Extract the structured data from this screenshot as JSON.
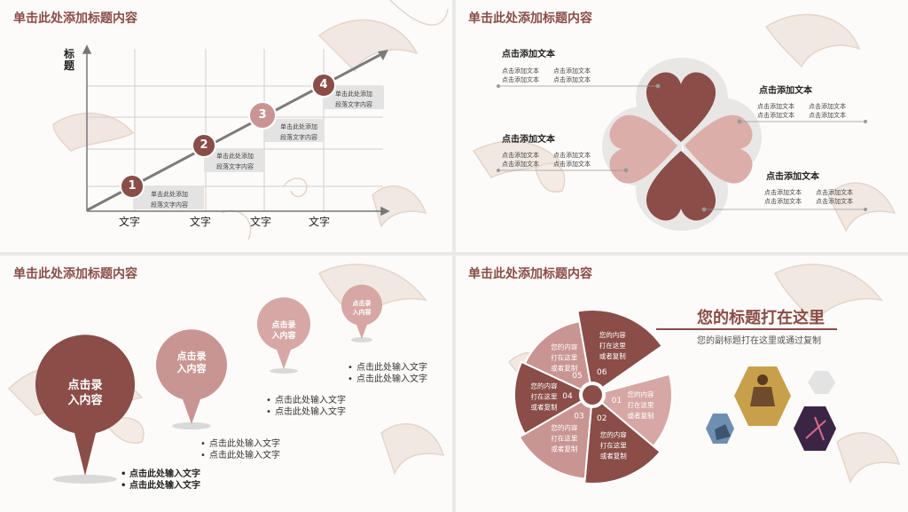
{
  "colors": {
    "brown": "#8a4d47",
    "pink": "#c99592",
    "light_pink": "#dcb3b0",
    "title": "#8a4d47",
    "photo_hex": "#e6e6e6"
  },
  "slide1": {
    "title": "单击此处添加标题内容",
    "y_axis_label": "标题",
    "x_labels": [
      "文字",
      "文字",
      "文字",
      "文字"
    ],
    "steps": [
      {
        "num": "1",
        "line1": "单击此处添加",
        "line2": "段落文字内容"
      },
      {
        "num": "2",
        "line1": "单击此处添加",
        "line2": "段落文字内容"
      },
      {
        "num": "3",
        "line1": "单击此处添加",
        "line2": "段落文字内容"
      },
      {
        "num": "4",
        "line1": "单击此处添加",
        "line2": "段落文字内容"
      }
    ]
  },
  "slide2": {
    "title": "单击此处添加标题内容",
    "blocks": [
      {
        "heading": "点击添加文本",
        "rows": [
          [
            "点击添加文本",
            "点击添加文本"
          ],
          [
            "点击添加文本",
            "点击添加文本"
          ]
        ]
      },
      {
        "heading": "点击添加文本",
        "rows": [
          [
            "点击添加文本",
            "点击添加文本"
          ],
          [
            "点击添加文本",
            "点击添加文本"
          ]
        ]
      },
      {
        "heading": "点击添加文本",
        "rows": [
          [
            "点击添加文本",
            "点击添加文本"
          ],
          [
            "点击添加文本",
            "点击添加文本"
          ]
        ]
      },
      {
        "heading": "点击添加文本",
        "rows": [
          [
            "点击添加文本",
            "点击添加文本"
          ],
          [
            "点击添加文本",
            "点击添加文本"
          ]
        ]
      }
    ]
  },
  "slide3": {
    "title": "单击此处添加标题内容",
    "pins": [
      {
        "line1": "点击录",
        "line2": "入内容"
      },
      {
        "line1": "点击录",
        "line2": "入内容"
      },
      {
        "line1": "点击录",
        "line2": "入内容"
      },
      {
        "line1": "点击录",
        "line2": "入内容"
      }
    ],
    "bullet_groups": [
      [
        "点击此处输入文字",
        "点击此处输入文字"
      ],
      [
        "点击此处输入文字",
        "点击此处输入文字"
      ],
      [
        "点击此处输入文字",
        "点击此处输入文字"
      ],
      [
        "点击此处输入文字",
        "点击此处输入文字"
      ]
    ]
  },
  "slide4": {
    "title": "单击此处添加标题内容",
    "main_title": "您的标题打在这里",
    "subtitle": "您的副标题打在这里或通过复制",
    "segments": [
      {
        "num": "01",
        "text": [
          "您的内容",
          "打在这里",
          "或者复制"
        ]
      },
      {
        "num": "02",
        "text": [
          "您的内容",
          "打在这里",
          "或者复制"
        ]
      },
      {
        "num": "03",
        "text": [
          "您的内容",
          "打在这里",
          "或者复制"
        ]
      },
      {
        "num": "04",
        "text": [
          "您的内容",
          "打在这里",
          "或者复制"
        ]
      },
      {
        "num": "05",
        "text": [
          "您的内容",
          "打在这里",
          "或者复制"
        ]
      },
      {
        "num": "06",
        "text": [
          "您的内容",
          "打在这里",
          "或者复制"
        ]
      }
    ]
  }
}
